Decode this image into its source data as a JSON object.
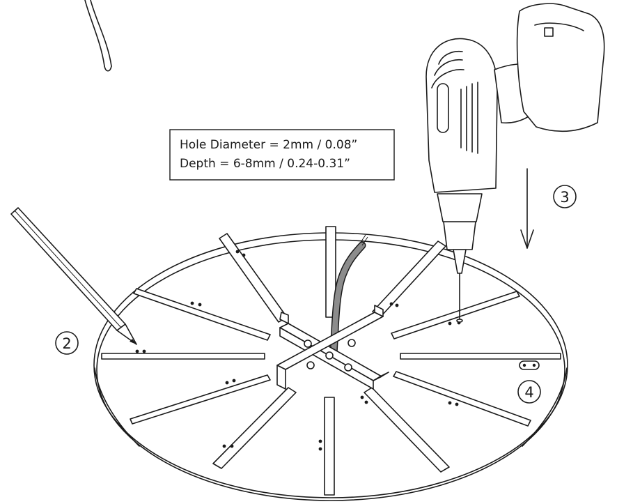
{
  "spec_box": {
    "line1": "Hole Diameter = 2mm / 0.08”",
    "line2": "Depth = 6-8mm / 0.24-0.31”"
  },
  "steps": {
    "step2": "2",
    "step3": "3",
    "step4": "4"
  },
  "icons": [
    "pencil-icon",
    "cordless-drill-icon",
    "down-arrow-icon",
    "cable-icon"
  ],
  "colors": {
    "line": "#1a1a1a",
    "background": "#ffffff",
    "cable_shade": "#8c8c8c"
  }
}
